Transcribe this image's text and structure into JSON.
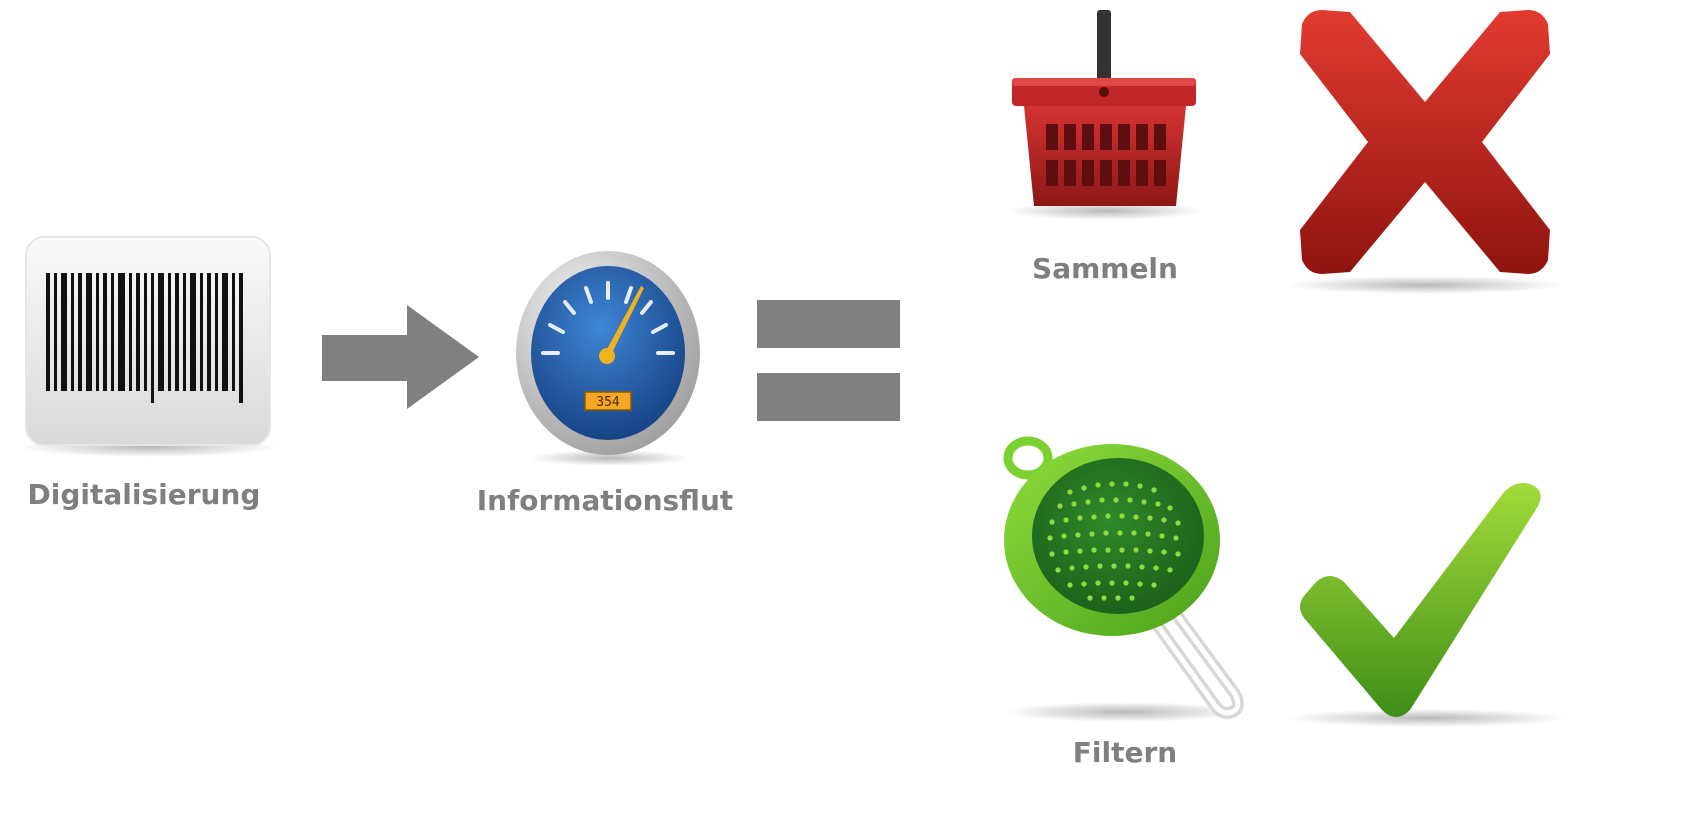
{
  "steps": {
    "digitalisierung": {
      "label": "Digitalisierung",
      "icon": "barcode-icon"
    },
    "informationsflut": {
      "label": "Informationsflut",
      "icon": "speedometer-icon",
      "gauge_display": "354"
    },
    "sammeln": {
      "label": "Sammeln",
      "icon": "shopping-basket-icon",
      "verdict_icon": "red-cross-icon"
    },
    "filtern": {
      "label": "Filtern",
      "icon": "colander-icon",
      "verdict_icon": "green-checkmark-icon"
    }
  },
  "connectors": {
    "arrow_icon": "right-arrow-icon",
    "equals_icon": "equals-sign-icon"
  },
  "colors": {
    "label_gray": "#7f7f7f",
    "connector_gray": "#808080",
    "cross_red": "#c0201c",
    "check_green": "#5cb521",
    "basket_red": "#b51f1f",
    "gauge_blue": "#1f4f9a",
    "colander_green": "#6cc22b"
  }
}
